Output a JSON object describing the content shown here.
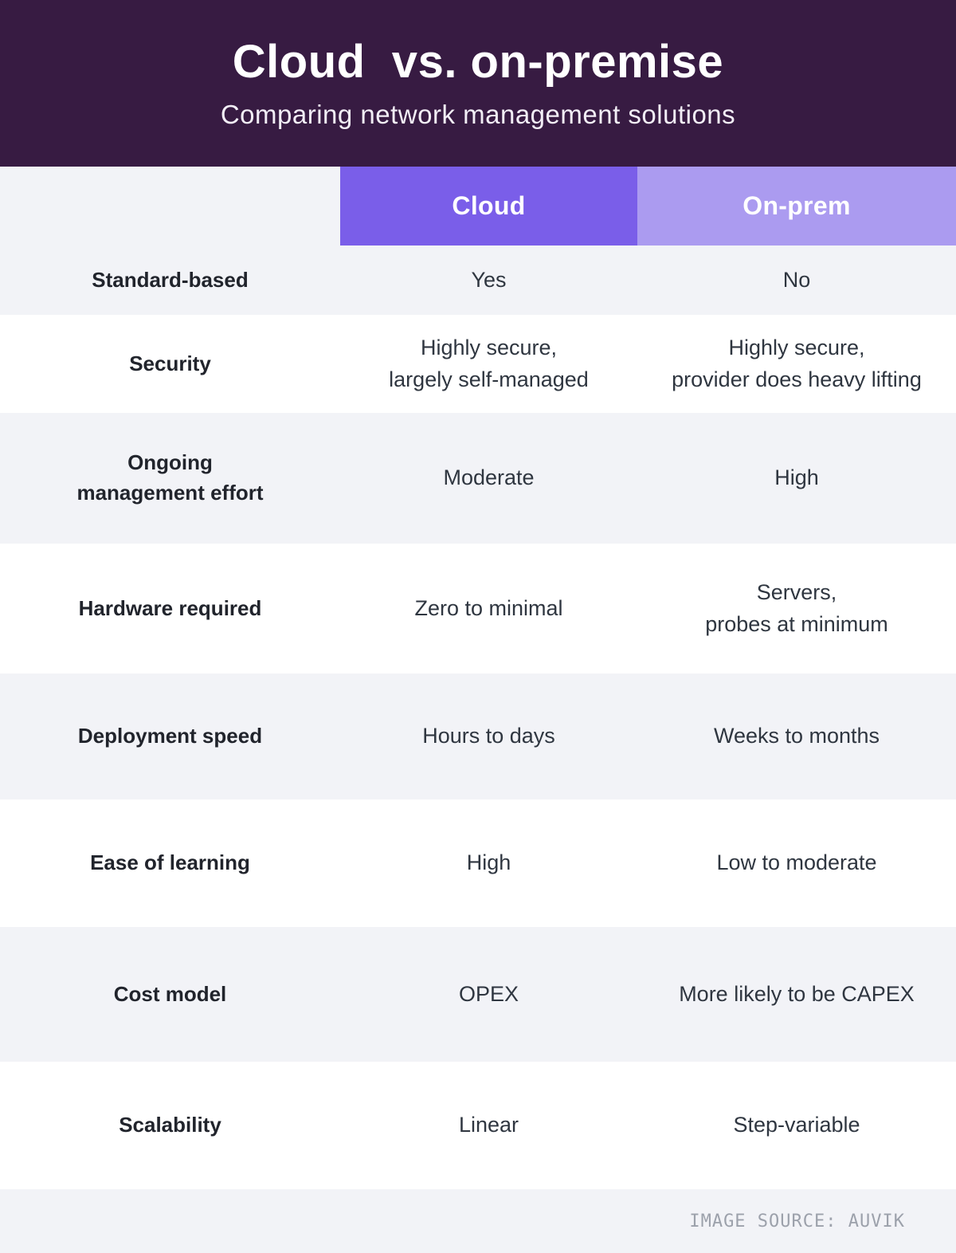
{
  "header": {
    "title": "Cloud  vs. on-premise",
    "subtitle": "Comparing network management solutions"
  },
  "columns": [
    {
      "label": "Cloud"
    },
    {
      "label": "On-prem"
    }
  ],
  "rows": [
    {
      "label": "Standard-based",
      "cloud": "Yes",
      "onprem": "No"
    },
    {
      "label": "Security",
      "cloud": "Highly secure,\nlargely self-managed",
      "onprem": "Highly secure,\nprovider does heavy lifting"
    },
    {
      "label": "Ongoing\nmanagement effort",
      "cloud": "Moderate",
      "onprem": "High"
    },
    {
      "label": "Hardware required",
      "cloud": "Zero to minimal",
      "onprem": "Servers,\nprobes at minimum"
    },
    {
      "label": "Deployment speed",
      "cloud": "Hours to days",
      "onprem": "Weeks to months"
    },
    {
      "label": "Ease of learning",
      "cloud": "High",
      "onprem": "Low to moderate"
    },
    {
      "label": "Cost model",
      "cloud": "OPEX",
      "onprem": "More likely to be CAPEX"
    },
    {
      "label": "Scalability",
      "cloud": "Linear",
      "onprem": "Step-variable"
    }
  ],
  "footer": {
    "source_label": "IMAGE SOURCE: AUVIK"
  },
  "colors": {
    "banner-bg": "#371B42",
    "cloud-bg": "#7A5EE9",
    "onprem-bg": "#AB9BF0",
    "page-bg": "#F2F3F7",
    "white-row": "#FFFFFF",
    "label-color": "#21242C",
    "value-color": "#2F3640",
    "header-text": "#FFFFFF",
    "footer-text": "#9CA1AB"
  },
  "chart_data": {
    "type": "table",
    "title": "Cloud  vs. on-premise",
    "subtitle": "Comparing network management solutions",
    "columns": [
      "",
      "Cloud",
      "On-prem"
    ],
    "rows": [
      [
        "Standard-based",
        "Yes",
        "No"
      ],
      [
        "Security",
        "Highly secure, largely self-managed",
        "Highly secure, provider does heavy lifting"
      ],
      [
        "Ongoing management effort",
        "Moderate",
        "High"
      ],
      [
        "Hardware required",
        "Zero to minimal",
        "Servers, probes at minimum"
      ],
      [
        "Deployment speed",
        "Hours to days",
        "Weeks to months"
      ],
      [
        "Ease of learning",
        "High",
        "Low to moderate"
      ],
      [
        "Cost model",
        "OPEX",
        "More likely to be CAPEX"
      ],
      [
        "Scalability",
        "Linear",
        "Step-variable"
      ]
    ],
    "source": "IMAGE SOURCE: AUVIK",
    "layout": {
      "header_row_colors": [
        "#7A5EE9",
        "#AB9BF0"
      ],
      "alternating_row_colors": [
        "#F2F3F7",
        "#FFFFFF"
      ],
      "banner_color": "#371B42"
    }
  }
}
